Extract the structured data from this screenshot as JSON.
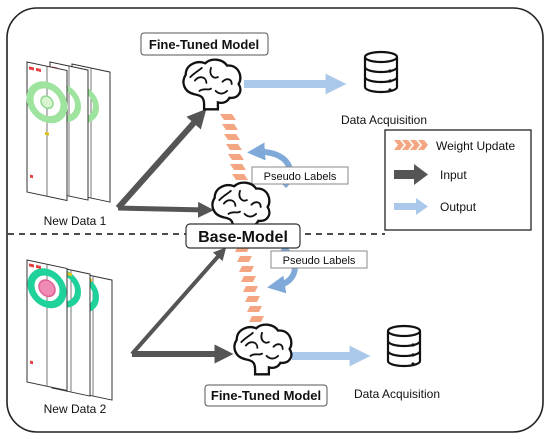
{
  "diagram": {
    "top_model_label": "Fine-Tuned Model",
    "bottom_model_label": "Fine-Tuned Model",
    "base_model_label": "Base-Model",
    "top_output_label": "Data Acquisition",
    "bottom_output_label": "Data Acquisition",
    "new_data_1_label": "New Data 1",
    "new_data_2_label": "New Data 2",
    "pseudo_label_top": "Pseudo Labels",
    "pseudo_label_bottom": "Pseudo Labels"
  },
  "legend": {
    "items": [
      {
        "label": "Weight Update",
        "icon": "chevron-stripe-icon",
        "color": "#f4a582"
      },
      {
        "label": "Input",
        "icon": "dark-arrow-icon",
        "color": "#555555"
      },
      {
        "label": "Output",
        "icon": "light-blue-arrow-icon",
        "color": "#a9c8ea"
      }
    ]
  },
  "colors": {
    "weight_update": "#f4a582",
    "input_arrow": "#555555",
    "output_arrow": "#a9c8ea",
    "pseudo_arrow": "#7fa9d8",
    "target_light_green": "#9ee39e",
    "target_teal": "#1fd19a",
    "target_pink": "#f08bb5"
  }
}
